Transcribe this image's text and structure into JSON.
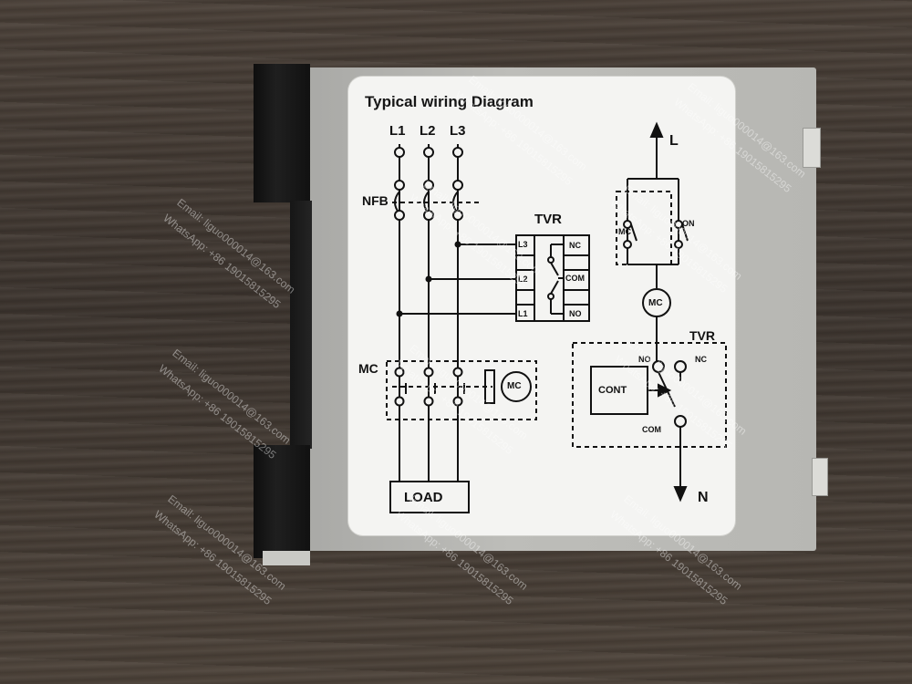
{
  "diagram": {
    "title": "Typical wiring Diagram",
    "phases": [
      "L1",
      "L2",
      "L3"
    ],
    "nfb_label": "NFB",
    "mc_label": "MC",
    "load_label": "LOAD",
    "tvr_label": "TVR",
    "tvr_terminals": [
      "L3",
      "L2",
      "L1"
    ],
    "tvr_contacts": [
      "NC",
      "COM",
      "NO"
    ],
    "motor_label": "MC",
    "line_label": "L",
    "neutral_label": "N",
    "ctrl_mc_label": "MC",
    "ctrl_on_label": "ON",
    "ctrl_tvr_label": "TVR",
    "ctrl_no_label": "NO",
    "ctrl_nc_label": "NC",
    "ctrl_com_label": "COM",
    "cont_label": "CONT"
  },
  "watermarks": [
    "Email: liguo000014@163.com",
    "WhatsApp: +86 19015815295"
  ],
  "colors": {
    "line": "#111111",
    "label_bg": "#f4f4f2",
    "housing": "#b7b7b3",
    "rail": "#151515",
    "table": "#433a33"
  }
}
